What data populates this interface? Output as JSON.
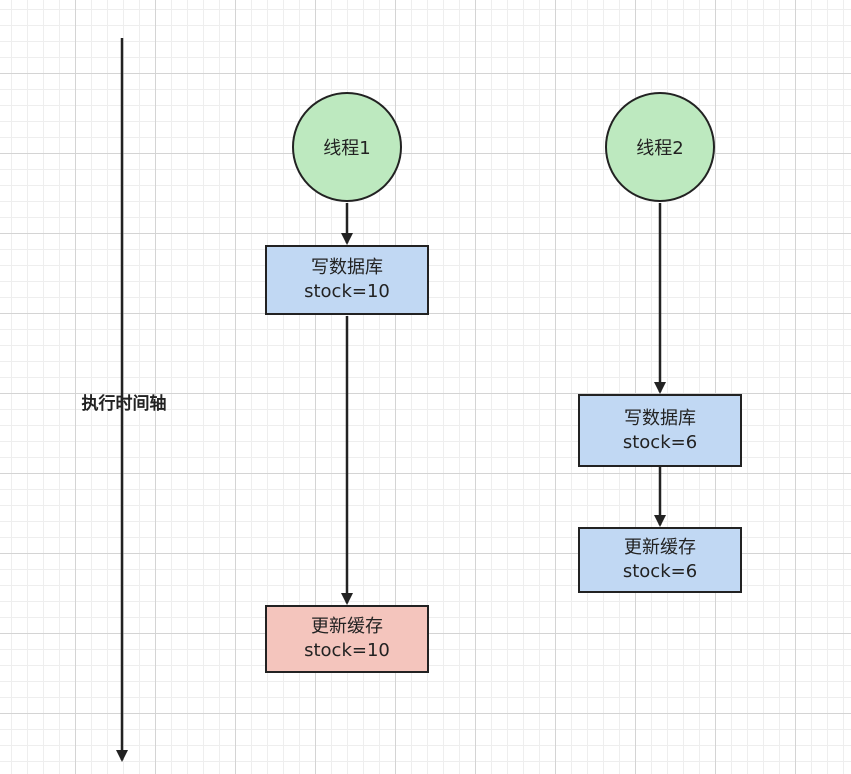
{
  "axis": {
    "label": "执行时间轴"
  },
  "thread1": {
    "name": "线程1",
    "write": {
      "action": "写数据库",
      "value": "stock=10"
    },
    "cache": {
      "action": "更新缓存",
      "value": "stock=10"
    }
  },
  "thread2": {
    "name": "线程2",
    "write": {
      "action": "写数据库",
      "value": "stock=6"
    },
    "cache": {
      "action": "更新缓存",
      "value": "stock=6"
    }
  },
  "colors": {
    "thread_node": "#bde9bf",
    "db_write": "#c1d8f3",
    "cache_ok": "#c1d8f3",
    "cache_stale": "#f4c5bd",
    "stroke": "#222222"
  }
}
